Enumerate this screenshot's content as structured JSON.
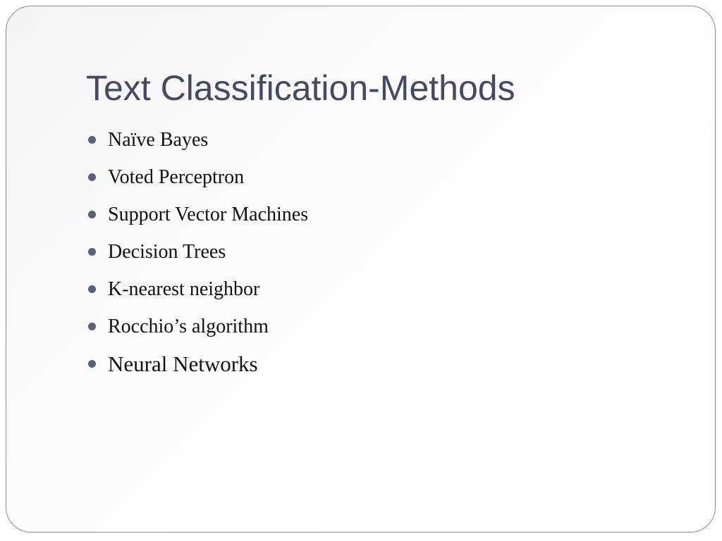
{
  "slide": {
    "title": "Text Classification-Methods",
    "bullets": [
      "Naïve Bayes",
      "Voted Perceptron",
      "Support Vector Machines",
      "Decision Trees",
      "K-nearest neighbor",
      "Rocchio’s algorithm",
      "Neural Networks"
    ]
  },
  "colors": {
    "title": "#454a63",
    "bullet": "#56627a",
    "text": "#111111"
  }
}
